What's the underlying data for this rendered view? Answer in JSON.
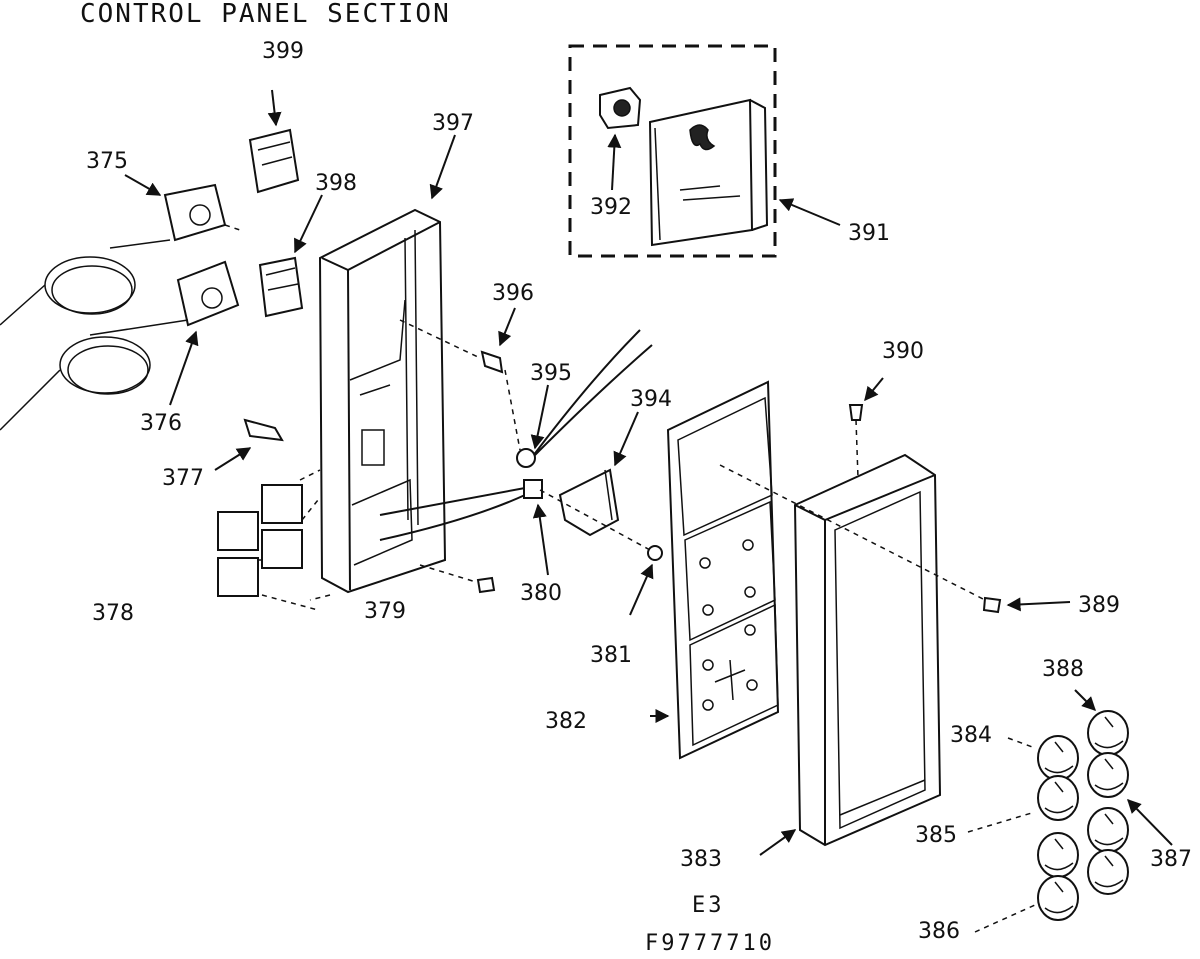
{
  "title": "CONTROL PANEL SECTION",
  "drawing_code": "E3",
  "part_code": "F9777710",
  "callouts": {
    "p375": "375",
    "p376": "376",
    "p377": "377",
    "p378": "378",
    "p379": "379",
    "p380": "380",
    "p381": "381",
    "p382": "382",
    "p383": "383",
    "p384": "384",
    "p385": "385",
    "p386": "386",
    "p387": "387",
    "p388": "388",
    "p389": "389",
    "p390": "390",
    "p391": "391",
    "p392": "392",
    "p394": "394",
    "p395": "395",
    "p396": "396",
    "p397": "397",
    "p398": "398",
    "p399": "399"
  }
}
